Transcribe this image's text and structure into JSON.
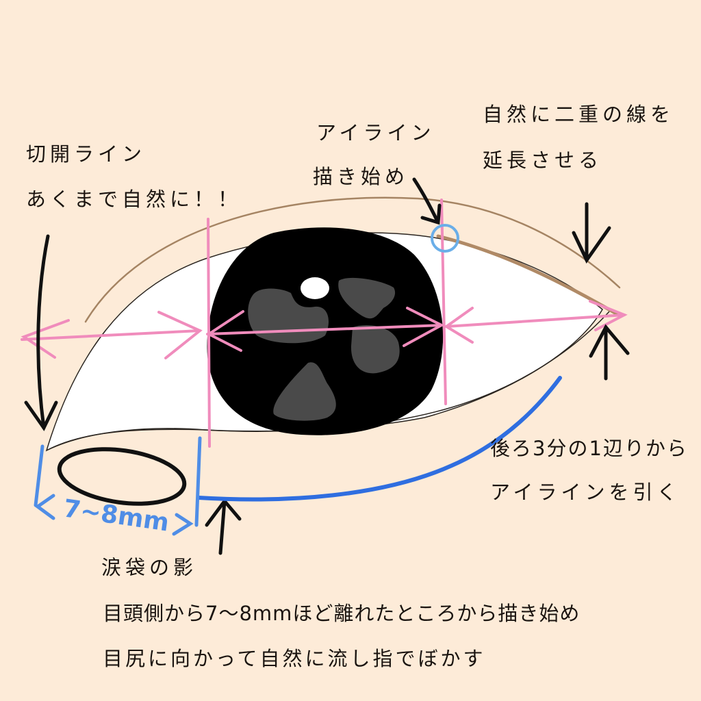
{
  "colors": {
    "background": "#fdebd8",
    "sclera": "#ffffff",
    "iris": "#000000",
    "iris_highlight": "#4a4a4a",
    "pupil_glint": "#ffffff",
    "guide_pink": "#f08cbc",
    "eyeliner_blue": "#2f6ee0",
    "measure_blue": "#4f8de6",
    "start_circle": "#6aaee8",
    "crease_brown": "#a58463",
    "ink": "#111111"
  },
  "annotations": {
    "inner_corner_title": "切開ライン",
    "inner_corner_note": "あくまで自然に！！",
    "eyeliner_start_title": "アイライン",
    "eyeliner_start_note": "描き始め",
    "crease_extend_line1": "自然に二重の線を",
    "crease_extend_line2": "延長させる",
    "lower_liner_line1": "後ろ3分の1辺りから",
    "lower_liner_line2": "アイラインを引く",
    "measure": "7~8mm",
    "tear_bag_shadow": "涙袋の影",
    "instruction_line1": "目頭側から7～8mmほど離れたところから描き始め",
    "instruction_line2": "目尻に向かって自然に流し指でぼかす"
  }
}
